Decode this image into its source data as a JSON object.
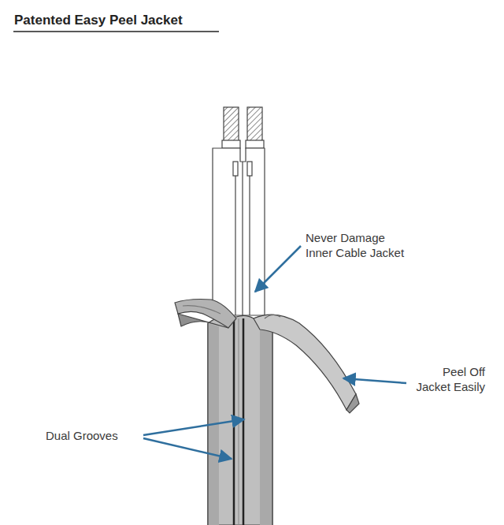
{
  "diagram": {
    "title": "Patented Easy Peel Jacket",
    "labels": [
      "Never Damage Inner Cable Jacket",
      "Peel Off Jacket Easily",
      "Dual Grooves"
    ]
  }
}
